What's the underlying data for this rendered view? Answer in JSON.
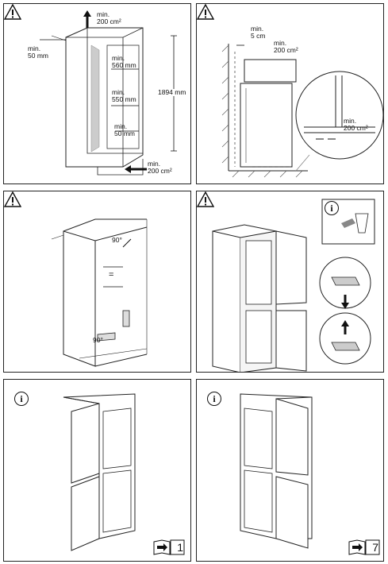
{
  "panel1": {
    "labels": {
      "top_vent_min": "min.",
      "top_vent_area": "200 cm²",
      "side_min": "min.",
      "side_gap": "50 mm",
      "width_min": "min.",
      "width_val": "560 mm",
      "depth_min": "min.",
      "depth_val": "550 mm",
      "height_val": "1894 mm",
      "bottom_min": "min.",
      "bottom_gap": "50 mm",
      "bottom_vent_min": "min.",
      "bottom_vent_area": "200 cm²"
    }
  },
  "panel2": {
    "labels": {
      "top_min": "min.",
      "top_gap": "5 cm",
      "top_vent_min": "min.",
      "top_vent_area": "200 cm²",
      "zoom_min": "min.",
      "zoom_area": "200 cm²"
    }
  },
  "panel3": {
    "labels": {
      "angle_top": "90°",
      "equal": "=",
      "angle_bottom": "90°"
    }
  },
  "panel5": {
    "page_ref": "1"
  },
  "panel6": {
    "page_ref": "7"
  },
  "icons": {
    "warning": "warning-triangle-icon",
    "info": "info-circle-icon",
    "book": "page-reference-icon"
  }
}
